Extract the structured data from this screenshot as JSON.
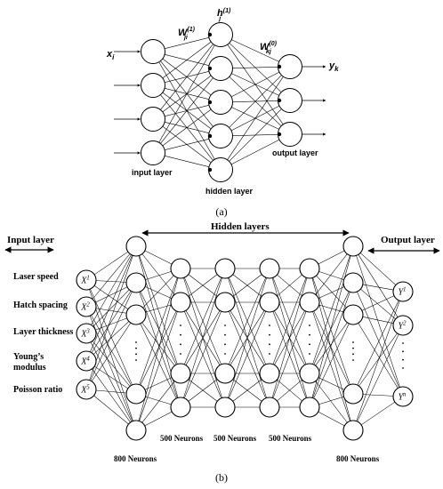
{
  "panel_a": {
    "caption": "(a)",
    "input_var": "x",
    "input_var_sub": "i",
    "weight1_main": "W",
    "weight1_sup": "(1)",
    "weight1_sub": "ji",
    "hidden_var": "h",
    "hidden_var_sup": "(1)",
    "hidden_var_sub": "j",
    "weight0_main": "W",
    "weight0_sup": "(0)",
    "weight0_sub": "kj",
    "output_var": "y",
    "output_var_sub": "k",
    "input_layer_label": "input layer",
    "hidden_layer_label": "hidden layer",
    "output_layer_label": "output layer"
  },
  "panel_b": {
    "caption": "(b)",
    "input_layer_label": "Input layer",
    "hidden_layers_label": "Hidden layers",
    "output_layer_label": "Output layer",
    "input_features": [
      "Laser speed",
      "Hatch spacing",
      "Layer thickness",
      "Young’s",
      "modulus",
      "Poisson ratio"
    ],
    "input_nodes": [
      {
        "base": "X",
        "sup": "1"
      },
      {
        "base": "X",
        "sup": "2"
      },
      {
        "base": "X",
        "sup": "3"
      },
      {
        "base": "X",
        "sup": "4"
      },
      {
        "base": "X",
        "sup": "5"
      }
    ],
    "output_nodes": [
      {
        "base": "Y",
        "sup": "1"
      },
      {
        "base": "Y",
        "sup": "2"
      },
      {
        "base": "Y",
        "sup": "n"
      }
    ],
    "neuron_labels": {
      "first": "800 Neurons",
      "h500_a": "500 Neurons",
      "h500_b": "500 Neurons",
      "h500_c": "500 Neurons",
      "last": "800 Neurons"
    }
  }
}
